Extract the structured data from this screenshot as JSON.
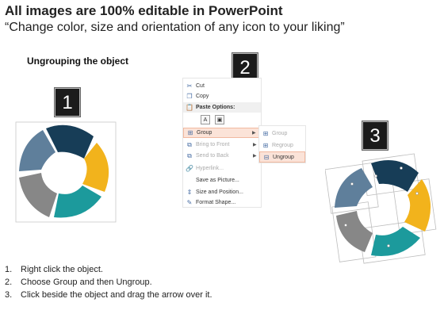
{
  "header": {
    "title": "All images are 100% editable in PowerPoint",
    "subtitle": "“Change color, size and orientation of any icon to your liking”"
  },
  "section_heading": "Ungrouping the object",
  "badges": [
    "1",
    "2",
    "3"
  ],
  "colors": {
    "navy": "#173d57",
    "yellow": "#f2b31c",
    "teal": "#1c9a9c",
    "gray": "#878787",
    "slate": "#5f7f9b",
    "highlight": "#fbe3d8"
  },
  "context_menu": {
    "items": [
      {
        "icon": "scissors-icon",
        "glyph": "✂",
        "label": "Cut",
        "disabled": false
      },
      {
        "icon": "copy-icon",
        "glyph": "❐",
        "label": "Copy",
        "disabled": false
      },
      {
        "icon": "paste-icon",
        "glyph": "📋",
        "label": "Paste Options:",
        "disabled": false
      },
      {
        "icon": "group-icon",
        "glyph": "⊞",
        "label": "Group",
        "disabled": false,
        "arrow": "▶"
      },
      {
        "icon": "bring-front-icon",
        "glyph": "⧉",
        "label": "Bring to Front",
        "disabled": true,
        "arrow": "▶"
      },
      {
        "icon": "send-back-icon",
        "glyph": "⧉",
        "label": "Send to Back",
        "disabled": true,
        "arrow": "▶"
      },
      {
        "icon": "hyperlink-icon",
        "glyph": "🔗",
        "label": "Hyperlink...",
        "disabled": true
      },
      {
        "icon": "save-picture-icon",
        "glyph": "",
        "label": "Save as Picture...",
        "disabled": false
      },
      {
        "icon": "size-position-icon",
        "glyph": "⇕",
        "label": "Size and Position...",
        "disabled": false
      },
      {
        "icon": "format-shape-icon",
        "glyph": "✎",
        "label": "Format Shape...",
        "disabled": false
      }
    ]
  },
  "sub_menu": {
    "items": [
      {
        "icon": "group-icon",
        "glyph": "⊞",
        "label": "Group",
        "disabled": true
      },
      {
        "icon": "regroup-icon",
        "glyph": "⊞",
        "label": "Regroup",
        "disabled": true
      },
      {
        "icon": "ungroup-icon",
        "glyph": "⊟",
        "label": "Ungroup",
        "disabled": false
      }
    ]
  },
  "steps": [
    {
      "num": "1.",
      "text": "Right click the object."
    },
    {
      "num": "2.",
      "text": "Choose Group and then Ungroup."
    },
    {
      "num": "3.",
      "text": "Click beside the object and drag the arrow over it."
    }
  ]
}
